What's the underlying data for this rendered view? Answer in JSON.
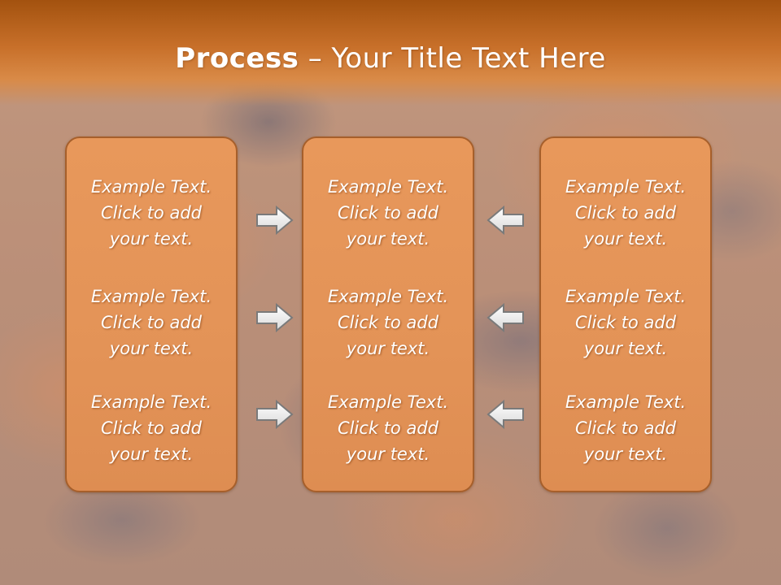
{
  "slide": {
    "title_bold": "Process",
    "title_rest": " – Your Title Text Here"
  },
  "panels": {
    "left": [
      "Example Text.\nClick  to add\nyour text.",
      "Example Text.\nClick  to add\nyour text.",
      "Example Text.\nClick  to add\nyour text."
    ],
    "middle": [
      "Example Text.\nClick  to add\nyour text.",
      "Example Text.\nClick  to add\nyour text.",
      "Example Text.\nClick  to add\nyour text."
    ],
    "right": [
      "Example Text.\nClick  to add\nyour text.",
      "Example Text.\nClick  to add\nyour text.",
      "Example Text.\nClick  to add\nyour text."
    ]
  },
  "icons": {
    "left_arrows": "arrow-right-icon",
    "right_arrows": "arrow-left-icon"
  },
  "colors": {
    "title_bar": "#c8702a",
    "panel_fill": "#e39357",
    "panel_border": "#a65f2b",
    "text": "#ffffff"
  }
}
